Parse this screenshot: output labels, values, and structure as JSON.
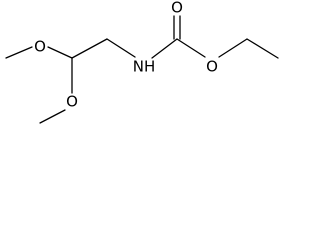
{
  "molecule": {
    "atoms": {
      "methoxy_top_O": "O",
      "methoxy_bottom_O": "O",
      "amine_N": "NH",
      "carbonyl_O": "O",
      "ester_O": "O"
    },
    "colors": {
      "bond": "#000000",
      "label": "#000000",
      "background": "#ffffff"
    }
  }
}
